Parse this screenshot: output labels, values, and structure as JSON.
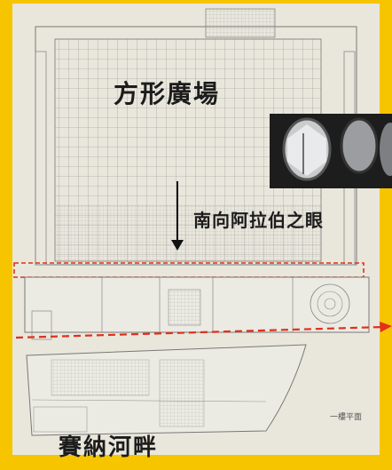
{
  "labels": {
    "square": "方形廣場",
    "south_eye": "南向阿拉伯之眼",
    "river": "賽納河畔",
    "plan_caption": "一樓平面"
  },
  "colors": {
    "background": "#f7c400",
    "paper": "#e9e7dc",
    "line": "#7a7a7a",
    "highlight_dash": "#e0301e",
    "arrow": "#111111"
  },
  "icons": {
    "photo": "arab-world-institute-mashrabiya-aperture-photo",
    "arrow_down": "arrow-down-icon",
    "arrow_right": "dashed-arrow-right-icon"
  }
}
